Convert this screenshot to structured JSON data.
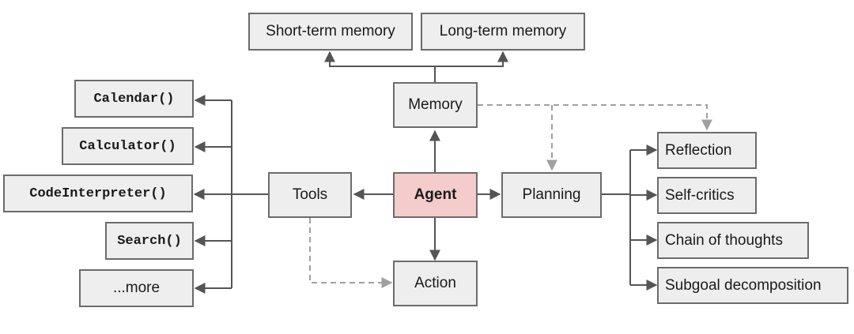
{
  "nodes": {
    "short_term_memory": "Short-term memory",
    "long_term_memory": "Long-term memory",
    "memory": "Memory",
    "agent": "Agent",
    "tools": "Tools",
    "planning": "Planning",
    "action": "Action",
    "tool_calendar": "Calendar()",
    "tool_calculator": "Calculator()",
    "tool_code_interpreter": "CodeInterpreter()",
    "tool_search": "Search()",
    "tool_more": "...more",
    "plan_reflection": "Reflection",
    "plan_self_critics": "Self-critics",
    "plan_chain_of_thoughts": "Chain of thoughts",
    "plan_subgoal_decomposition": "Subgoal decomposition"
  },
  "colors": {
    "box_fill": "#eeeeee",
    "box_border": "#6b6b6b",
    "agent_fill": "#f4cccc",
    "solid_arrow": "#555555",
    "dashed_arrow": "#a0a0a0"
  }
}
